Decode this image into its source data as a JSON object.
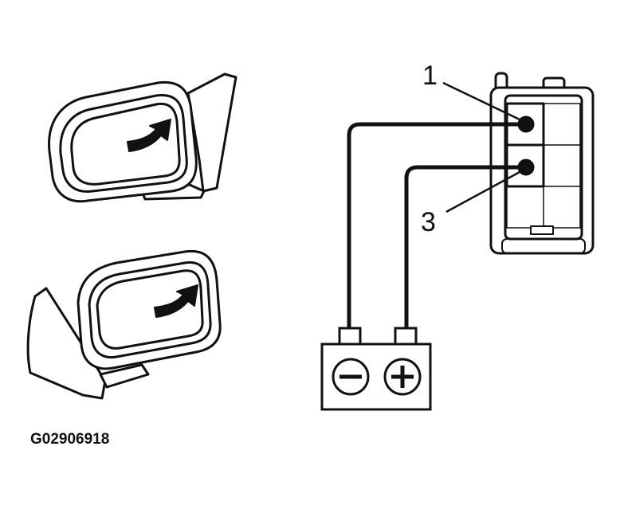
{
  "figure": {
    "code": "G02906918",
    "line_color": "#111111",
    "background": "#ffffff"
  },
  "connector": {
    "pins": [
      {
        "label": "1"
      },
      {
        "label": "3"
      }
    ]
  },
  "battery": {
    "negative_icon": "minus-icon",
    "positive_icon": "plus-icon"
  },
  "mirrors": [
    {
      "name": "mirror-upper",
      "arrow_icon": "arrow-right-icon"
    },
    {
      "name": "mirror-lower",
      "arrow_icon": "arrow-right-icon"
    }
  ]
}
